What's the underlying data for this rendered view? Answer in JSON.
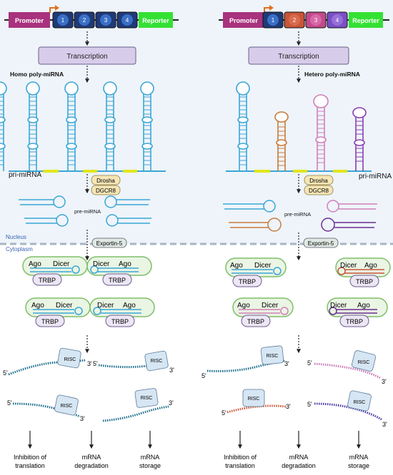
{
  "labels": {
    "promoter": "Promoter",
    "reporter": "Reporter",
    "transcription": "Transcription",
    "homo_title": "Homo poly-miRNA",
    "hetero_title": "Hetero poly-miRNA",
    "pri_mirna": "pri-miRNA",
    "pre_mirna": "pre-miRNA",
    "drosha": "Drosha",
    "dgcr8": "DGCR8",
    "exportin": "Exportin-5",
    "nucleus": "Nucleus",
    "cytoplasm": "Cytoplasm",
    "ago": "Ago",
    "dicer": "Dicer",
    "trbp": "TRBP",
    "risc": "RISC",
    "five_prime": "5'",
    "three_prime": "3'"
  },
  "segments": [
    "1",
    "2",
    "3",
    "4"
  ],
  "outcomes": [
    {
      "line1": "Inhibition of",
      "line2": "translation"
    },
    {
      "line1": "mRNA",
      "line2": "degradation"
    },
    {
      "line1": "mRNA",
      "line2": "storage"
    }
  ],
  "colors": {
    "promoter": "#a8327e",
    "reporter": "#33e133",
    "homo_segment": "#1f3a78",
    "hetero_segments": [
      "#1f3a78",
      "#c9553a",
      "#c24a8c",
      "#7b4ec7"
    ],
    "homo_mirna": "#3aa6d6",
    "hetero_mirna": [
      "#3aa6d6",
      "#c97b3a",
      "#d27eb8",
      "#8a3fb0"
    ],
    "mrna": "#1d6e8c",
    "transcription_box": "#d7cdea",
    "nucleus_bg": "#eef4fa",
    "drosha": "#f6e6b6",
    "exportin": "#dfe9e3",
    "risc": "#d6e6f3",
    "highlight": "#e3e61c"
  }
}
